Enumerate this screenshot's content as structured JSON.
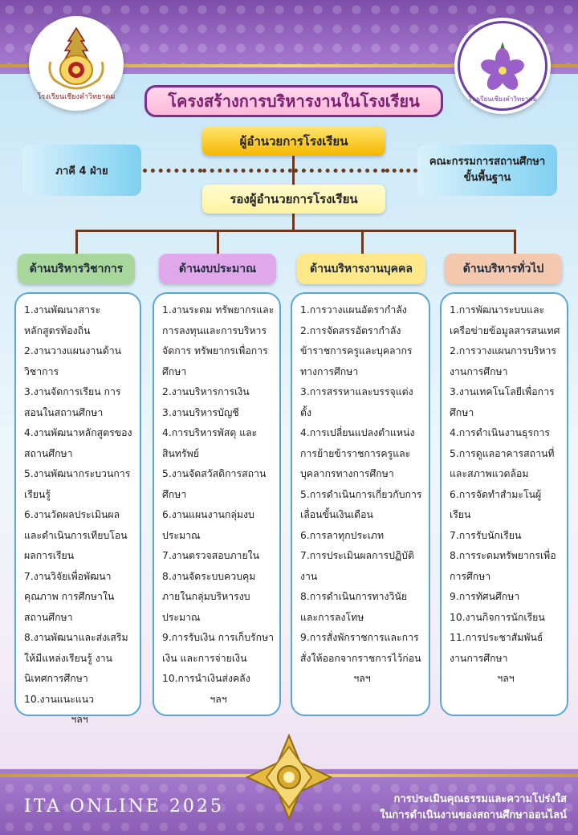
{
  "colors": {
    "band": "#8a5bb4",
    "gold": "#f3d77a",
    "title_border": "#7a2f8f",
    "connector": "#6b3a1e",
    "panel_border": "#5aa6d6"
  },
  "logos": {
    "left": {
      "icon": "school-emblem-icon",
      "caption": "โรงเรียนเชียงคำวิทยาคม"
    },
    "right": {
      "icon": "school-flower-seal-icon",
      "caption": "โรงเรียนเชียงคำวิทยาคม"
    }
  },
  "title": "โครงสร้างการบริหารงานในโรงเรียน",
  "director": "ผู้อำนวยการโรงเรียน",
  "deputy": "รองผู้อำนวยการโรงเรียน",
  "partner_left": "ภาคี 4 ฝ่าย",
  "partner_right": [
    "คณะกรรมการสถานศึกษา",
    "ขั้นพื้นฐาน"
  ],
  "departments": [
    {
      "label": "ด้านบริหารวิชาการ",
      "items": [
        "1.งานพัฒนาสาระหลักสูตรท้องถิ่น",
        "2.งานวางแผนงานด้านวิชาการ",
        "3.งานจัดการเรียน การสอนในสถานศึกษา",
        "4.งานพัฒนาหลักสูตรของสถานศึกษา",
        "5.งานพัฒนากระบวนการเรียนรู้",
        "6.งานวัดผลประเมินผลและดำเนินการเทียบโอนผลการเรียน",
        "7.งานวิจัยเพื่อพัฒนาคุณภาพ การศึกษาในสถานศึกษา",
        "8.งานพัฒนาและส่งเสริมให้มีแหล่งเรียนรู้ งานนิเทศการศึกษา",
        "10.งานแนะแนว"
      ],
      "etc": "ฯลฯ"
    },
    {
      "label": "ด้านงบประมาณ",
      "items": [
        "1.งานระดม ทรัพยากรและการลงทุนและการบริหารจัดการ ทรัพยากรเพื่อการศึกษา",
        "2.งานบริหารการเงิน",
        "3.งานบริหารบัญชี",
        "4.การบริหารพัสดุ และสินทรัพย์",
        "5.งานจัดสวัสดิการสถานศึกษา",
        "6.งานแผนงานกลุ่มงบประมาณ",
        "7.งานตรวจสอบภายใน",
        "8.งานจัดระบบควบคุมภายในกลุ่มบริหารงบประมาณ",
        "9.การรับเงิน การเก็บรักษาเงิน และการจ่ายเงิน",
        "10.การนำเงินส่งคลัง"
      ],
      "etc": "ฯลฯ"
    },
    {
      "label": "ด้านบริหารงานบุคคล",
      "items": [
        "1.การวางแผนอัตรากำลัง",
        "2.การจัดสรรอัตรากำลังข้าราชการครูและบุคลากรทางการศึกษา",
        "3.การสรรหาและบรรจุแต่งตั้ง",
        "4.การเปลี่ยนแปลงตำแหน่งการย้ายข้าราชการครูและบุคลากรทางการศึกษา",
        "5.การดำเนินการเกี่ยวกับการเลื่อนขั้นเงินเดือน",
        "6.การลาทุกประเภท",
        "7.การประเมินผลการปฏิบัติงาน",
        "8.การดำเนินการทางวินัยและการลงโทษ",
        "9.การสั่งพักราชการและการสั่งให้ออกจากราชการไว้ก่อน"
      ],
      "etc": "ฯลฯ"
    },
    {
      "label": "ด้านบริหารทั่วไป",
      "items": [
        "1.การพัฒนาระบบและเครือข่ายข้อมูลสารสนเทศ",
        "2.การวางแผนการบริหารงานการศึกษา",
        "3.งานเทคโนโลยีเพื่อการศึกษา",
        "4.การดำเนินงานธุรการ",
        "5.การดูแลอาคารสถานที่และสภาพแวดล้อม",
        "6.การจัดทำสำมะโนผู้เรียน",
        "7.การรับนักเรียน",
        "8.การระดมทรัพยากรเพื่อการศึกษา",
        "9.การทัศนศึกษา",
        "10.งานกิจการนักเรียน",
        "11.การประชาสัมพันธ์งานการศึกษา"
      ],
      "etc": "ฯลฯ"
    }
  ],
  "footer": {
    "title": "ITA ONLINE 2025",
    "subtitle": [
      "การประเมินคุณธรรมและความโปร่งใส",
      "ในการดำเนินงานของสถานศึกษาออนไลน์"
    ],
    "emblem_icon": "gold-thai-flower-ornament-icon"
  }
}
